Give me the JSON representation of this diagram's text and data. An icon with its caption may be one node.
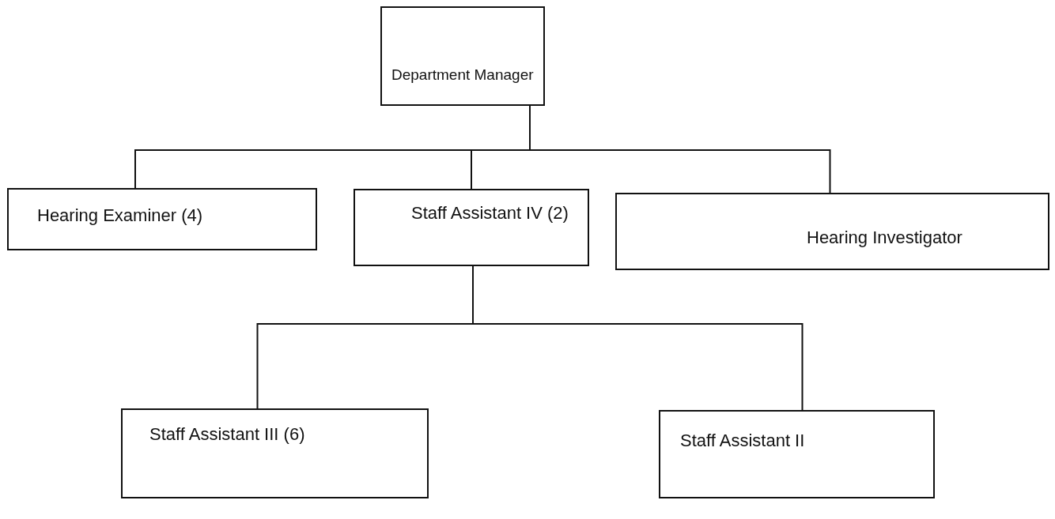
{
  "diagram": {
    "nodes": [
      {
        "text": [
          "Department Manager"
        ]
      },
      {
        "text": [
          "Hearing Examiner (4)"
        ]
      },
      {
        "text": [
          "Staff Assistant IV (2)"
        ]
      },
      {
        "text": [
          "Hearing Investigator"
        ]
      },
      {
        "text": [
          "Staff Assistant III (6)"
        ]
      },
      {
        "text": [
          "Staff Assistant II"
        ]
      }
    ],
    "edges": [
      {
        "from": 0,
        "to": 1,
        "arrow": "none"
      },
      {
        "from": 0,
        "to": 2,
        "arrow": "none"
      },
      {
        "from": 0,
        "to": 3,
        "arrow": "none"
      },
      {
        "from": 2,
        "to": 4,
        "arrow": "none"
      },
      {
        "from": 2,
        "to": 5,
        "arrow": "none"
      }
    ]
  }
}
